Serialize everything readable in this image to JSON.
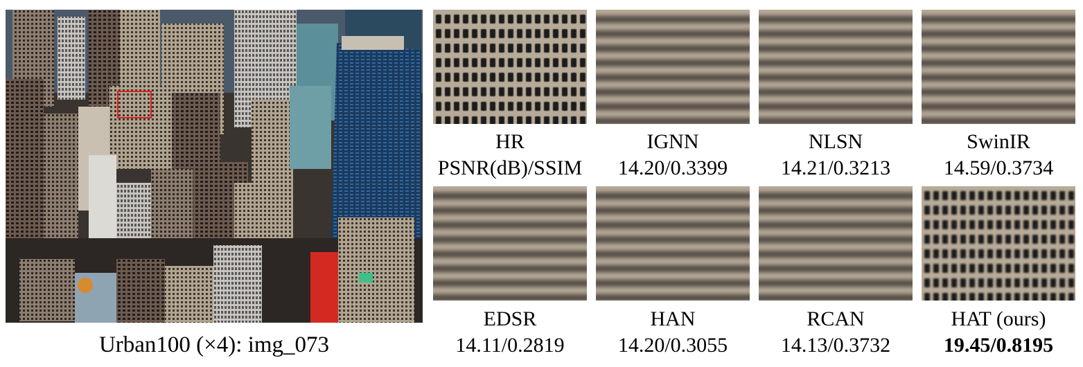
{
  "figure": {
    "main_caption": "Urban100 (×4): img_073",
    "panels": [
      {
        "method": "HR",
        "score": "PSNR(dB)/SSIM",
        "sharp": true,
        "best": false
      },
      {
        "method": "IGNN",
        "score": "14.20/0.3399",
        "sharp": false,
        "best": false
      },
      {
        "method": "NLSN",
        "score": "14.21/0.3213",
        "sharp": false,
        "best": false
      },
      {
        "method": "SwinIR",
        "score": "14.59/0.3734",
        "sharp": false,
        "best": false
      },
      {
        "method": "EDSR",
        "score": "14.11/0.2819",
        "sharp": false,
        "best": false
      },
      {
        "method": "HAN",
        "score": "14.20/0.3055",
        "sharp": false,
        "best": false
      },
      {
        "method": "RCAN",
        "score": "14.13/0.3732",
        "sharp": false,
        "best": false
      },
      {
        "method": "HAT (ours)",
        "score": "19.45/0.8195",
        "sharp": true,
        "best": true
      }
    ],
    "colors": {
      "roi_box": "#e0201c",
      "facade_light": "#b7aa98",
      "window_dark": "#1c1a1c"
    }
  }
}
